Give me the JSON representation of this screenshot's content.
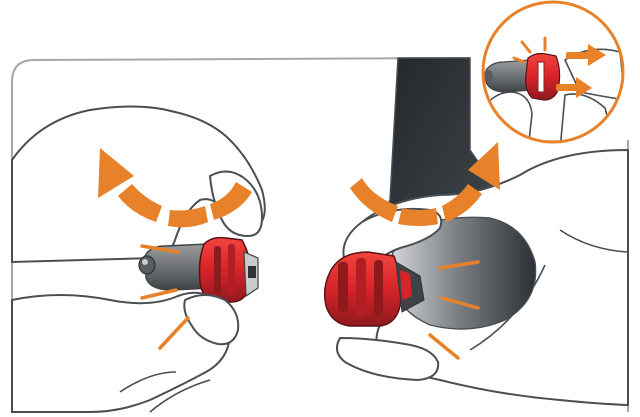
{
  "illustration": {
    "panels": [
      "left-hand-twist",
      "right-hand-twist",
      "zoom-inset-pull"
    ],
    "icons": [
      "curved-arrow-icon",
      "motion-line-icon",
      "straight-arrow-icon"
    ],
    "colors": {
      "accent_orange": "#E8822A",
      "device_red": "#D8232A",
      "device_dark_red": "#8E1A1E",
      "device_grey": "#6F7275",
      "device_dark": "#2E3437",
      "outline": "#4A4F54",
      "panel_border": "#A5A8AB",
      "skin_fill": "#FFFFFF"
    }
  }
}
